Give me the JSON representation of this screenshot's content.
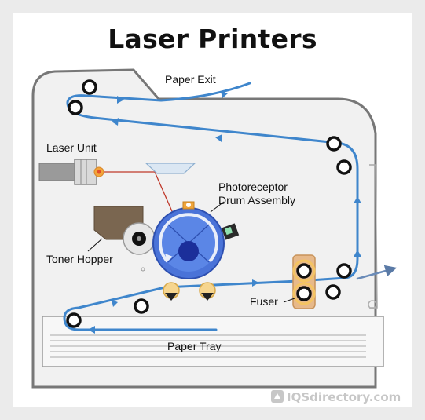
{
  "title": "Laser Printers",
  "labels": {
    "paper_exit": "Paper Exit",
    "laser_unit": "Laser Unit",
    "photoreceptor_line1": "Photoreceptor",
    "photoreceptor_line2": "Drum Assembly",
    "toner_hopper": "Toner Hopper",
    "fuser": "Fuser",
    "paper_tray": "Paper Tray"
  },
  "brand": {
    "name": "IQSdirectory",
    "suffix": ".com"
  },
  "colors": {
    "paper_path": "#3f86cc",
    "body_fill": "#f1f1f1",
    "body_stroke": "#777777",
    "drum": "#3d62c4",
    "drum_core": "#1b2f9a",
    "fuser": "#e7b98a",
    "toner": "#7a6650",
    "laser_beam": "#c0392b"
  }
}
